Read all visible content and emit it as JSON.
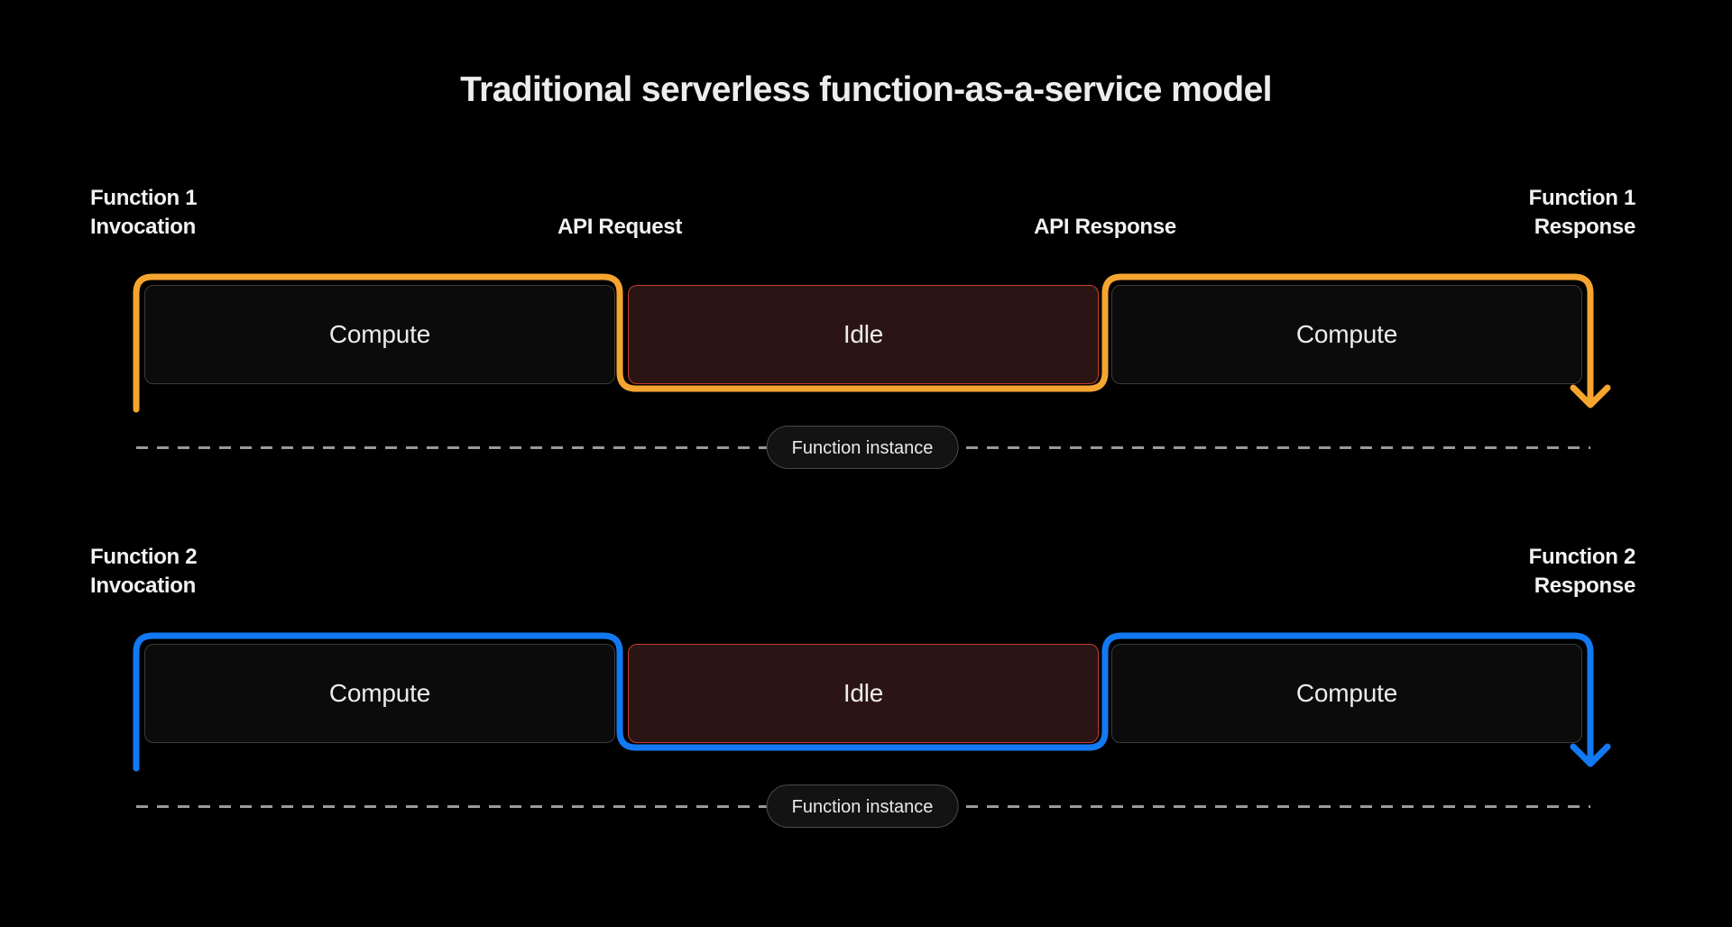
{
  "title": "Traditional serverless function-as-a-service model",
  "colors": {
    "background": "#000000",
    "function1_accent": "#F5A52F",
    "function2_accent": "#1379F2",
    "compute_bg": "#0B0B0B",
    "compute_border": "#3B3B3B",
    "idle_bg": "#2B1514",
    "idle_border": "#C53C2E",
    "dashed_line": "#9A9A9A",
    "pill_bg": "#131313",
    "pill_border": "#4A4A4A",
    "text": "#EDEDED"
  },
  "icons": {
    "flow_end": "down-arrow"
  },
  "rows": [
    {
      "left_label_line1": "Function 1",
      "left_label_line2": "Invocation",
      "api_request": "API Request",
      "api_response": "API Response",
      "right_label_line1": "Function 1",
      "right_label_line2": "Response",
      "block1": "Compute",
      "block2": "Idle",
      "block3": "Compute",
      "instance_label": "Function instance",
      "accent_color": "#F5A52F"
    },
    {
      "left_label_line1": "Function 2",
      "left_label_line2": "Invocation",
      "right_label_line1": "Function 2",
      "right_label_line2": "Response",
      "block1": "Compute",
      "block2": "Idle",
      "block3": "Compute",
      "instance_label": "Function instance",
      "accent_color": "#1379F2"
    }
  ]
}
